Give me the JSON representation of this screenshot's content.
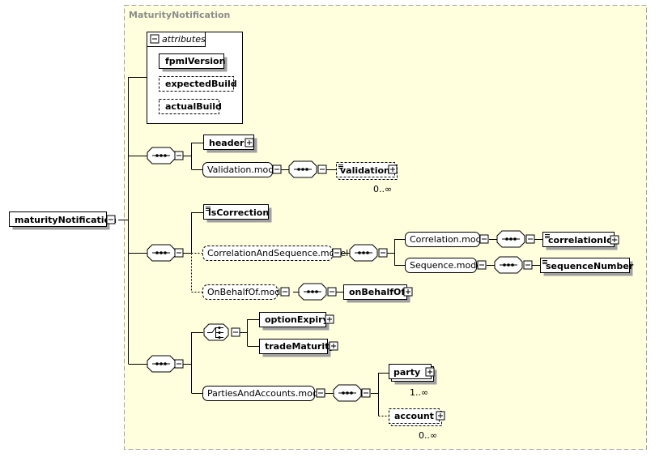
{
  "diagram": {
    "type_name": "MaturityNotification",
    "root_element": "maturityNotification",
    "attributes": {
      "header_label": "attributes",
      "items": [
        {
          "name": "fpmlVersion",
          "required": true
        },
        {
          "name": "expectedBuild",
          "required": false
        },
        {
          "name": "actualBuild",
          "required": false
        }
      ]
    },
    "elements": {
      "header": "header",
      "validation_model": "Validation.model",
      "validation": "validation",
      "validation_occurs": "0..∞",
      "is_correction": "isCorrection",
      "correlation_and_sequence_model": "CorrelationAndSequence.model",
      "correlation_model": "Correlation.model",
      "correlation_id": "correlationId",
      "sequence_model": "Sequence.model",
      "sequence_number": "sequenceNumber",
      "on_behalf_of_model": "OnBehalfOf.model",
      "on_behalf_of": "onBehalfOf",
      "option_expiry": "optionExpiry",
      "trade_maturity": "tradeMaturity",
      "parties_and_accounts_model": "PartiesAndAccounts.model",
      "party": "party",
      "party_occurs": "1..∞",
      "account": "account",
      "account_occurs": "0..∞"
    },
    "colors": {
      "background": "#ffffdd",
      "border": "#a0a0a0",
      "title": "#8c8c8c",
      "shadow": "#a0a0a0"
    }
  }
}
